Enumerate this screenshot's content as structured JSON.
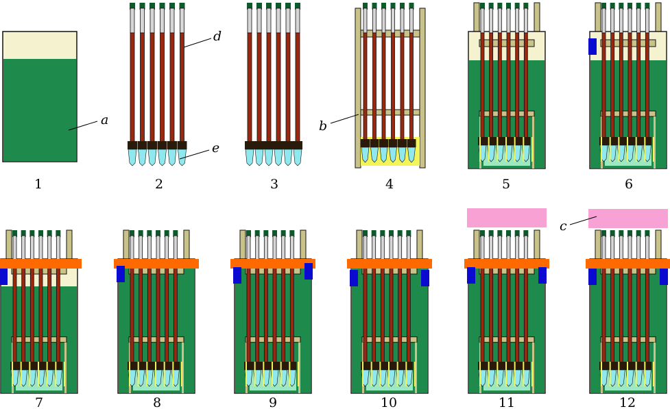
{
  "panels": [
    {
      "id": 1,
      "label": "1"
    },
    {
      "id": 2,
      "label": "2"
    },
    {
      "id": 3,
      "label": "3"
    },
    {
      "id": 4,
      "label": "4"
    },
    {
      "id": 5,
      "label": "5"
    },
    {
      "id": 6,
      "label": "6"
    },
    {
      "id": 7,
      "label": "7"
    },
    {
      "id": 8,
      "label": "8"
    },
    {
      "id": 9,
      "label": "9"
    },
    {
      "id": 10,
      "label": "10"
    },
    {
      "id": 11,
      "label": "11"
    },
    {
      "id": 12,
      "label": "12"
    }
  ],
  "callouts": {
    "a": "a",
    "b": "b",
    "c": "c",
    "d": "d",
    "e": "e"
  },
  "colors": {
    "liquid": "#1e8a4c",
    "headspace": "#f4f2cf",
    "rod": "#992810",
    "rod_top": "#d6d6d6",
    "rod_cap": "#0f5a2c",
    "tip": "#8fe8ee",
    "tip_dark": "#2a1a0a",
    "frame": "#c9c38a",
    "orange_bar": "#ff6a00",
    "blue_block": "#0a0ad0",
    "pink_lid": "#f7a1d4",
    "yellow_zone": "#f2f45a",
    "glow": "#9de8c0",
    "outline": "#111111"
  }
}
